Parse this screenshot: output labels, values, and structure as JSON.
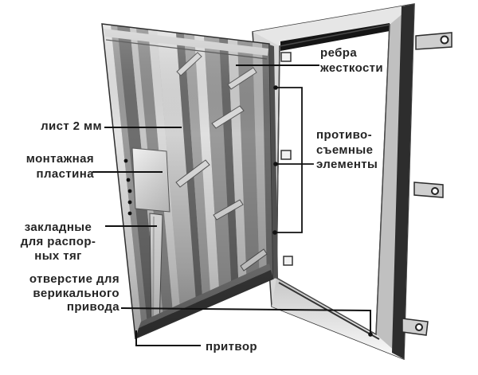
{
  "diagram": {
    "kind": "steel-door-construction",
    "labels": {
      "sheet_2mm": {
        "lines": [
          "лист 2 мм"
        ]
      },
      "mounting_plate": {
        "lines": [
          "монтажная",
          "пластина"
        ]
      },
      "embedded_anchors": {
        "lines": [
          "закладные",
          "для распор-",
          "ных тяг"
        ]
      },
      "vertical_drive_hole": {
        "lines": [
          "отверстие для",
          "верикального",
          "привода"
        ]
      },
      "stiffening_ribs": {
        "lines": [
          "ребра",
          "жесткости"
        ]
      },
      "anti_removal_elements": {
        "lines": [
          "противо-",
          "съемные",
          "элементы"
        ]
      },
      "rebate": {
        "lines": [
          "притвор"
        ]
      }
    },
    "colors": {
      "background": "#ffffff",
      "leader_line": "#111111",
      "label_text": "#242424",
      "frame_light": "#d8d8d8",
      "frame_dark_return": "#2d2d2d",
      "top_seal_black": "#151515",
      "door_dark_rib": "#6e6e6e",
      "door_bright_sheet": "#e0e0e0"
    }
  }
}
